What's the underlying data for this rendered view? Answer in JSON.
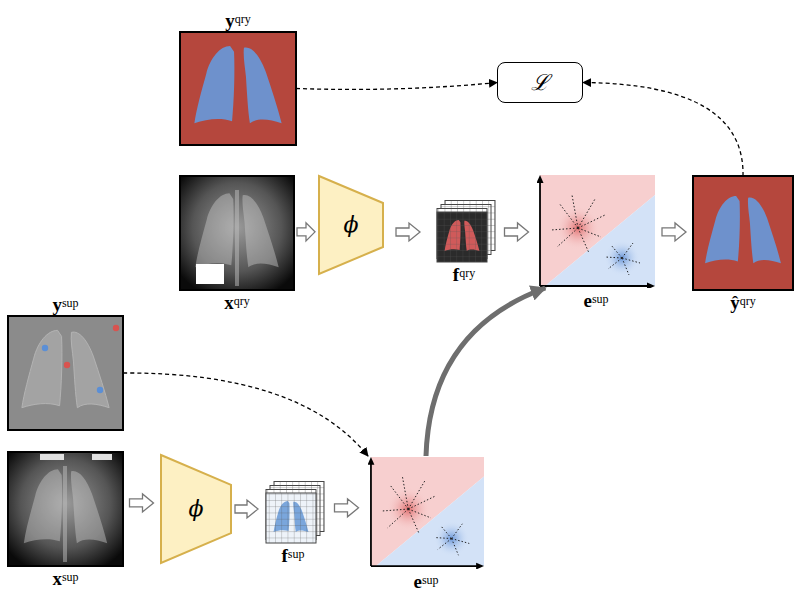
{
  "diagram": {
    "nodes": [
      {
        "text": [
          "yqry"
        ]
      },
      {
        "text": [
          "ℒ"
        ]
      },
      {
        "text": [
          "xqry"
        ]
      },
      {
        "text": [
          "ϕ"
        ]
      },
      {
        "text": [
          "fqry"
        ]
      },
      {
        "text": [
          "esup"
        ]
      },
      {
        "text": [
          "ŷqry"
        ]
      },
      {
        "text": [
          "ysup"
        ]
      },
      {
        "text": [
          "xsup"
        ]
      },
      {
        "text": [
          "ϕ"
        ]
      },
      {
        "text": [
          "fsup"
        ]
      },
      {
        "text": [
          "esup"
        ]
      }
    ],
    "edges": [
      {
        "from": 0,
        "to": 1,
        "arrow": "to"
      },
      {
        "from": 6,
        "to": 1,
        "arrow": "to"
      },
      {
        "from": 2,
        "to": 3,
        "arrow": "to"
      },
      {
        "from": 3,
        "to": 4,
        "arrow": "to"
      },
      {
        "from": 4,
        "to": 5,
        "arrow": "to"
      },
      {
        "from": 5,
        "to": 6,
        "arrow": "to"
      },
      {
        "from": 7,
        "to": 11,
        "arrow": "to"
      },
      {
        "from": 11,
        "to": 5,
        "arrow": "to"
      },
      {
        "from": 8,
        "to": 9,
        "arrow": "to"
      },
      {
        "from": 9,
        "to": 10,
        "arrow": "to"
      },
      {
        "from": 10,
        "to": 11,
        "arrow": "to"
      }
    ]
  }
}
